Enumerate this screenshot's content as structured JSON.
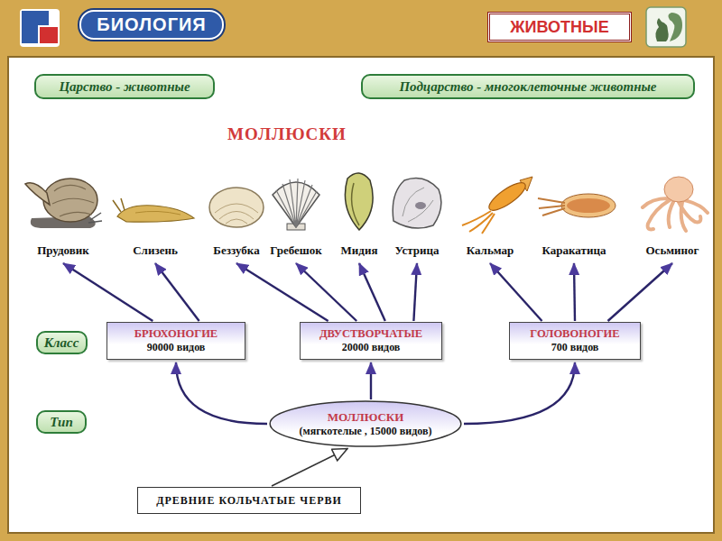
{
  "diagram": {
    "title": "МОЛЛЮСКИ",
    "nodes": [
      {
        "text": [
          "БИОЛОГИЯ"
        ]
      },
      {
        "text": [
          "ЖИВОТНЫЕ"
        ]
      },
      {
        "text": [
          "Царство - животные"
        ]
      },
      {
        "text": [
          "Подцарство - многоклеточные животные"
        ]
      },
      {
        "text": [
          "Прудовик"
        ]
      },
      {
        "text": [
          "Слизень"
        ]
      },
      {
        "text": [
          "Беззубка"
        ]
      },
      {
        "text": [
          "Гребешок"
        ]
      },
      {
        "text": [
          "Мидия"
        ]
      },
      {
        "text": [
          "Устрица"
        ]
      },
      {
        "text": [
          "Кальмар"
        ]
      },
      {
        "text": [
          "Каракатица"
        ]
      },
      {
        "text": [
          "Осьминог"
        ]
      },
      {
        "text": [
          "Класс"
        ]
      },
      {
        "text": [
          "БРЮХОНОГИЕ",
          "90000 видов"
        ]
      },
      {
        "text": [
          "ДВУСТВОРЧАТЫЕ",
          "20000 видов"
        ]
      },
      {
        "text": [
          "ГОЛОВОНОГИЕ",
          "700 видов"
        ]
      },
      {
        "text": [
          "Тип"
        ]
      },
      {
        "text": [
          "МОЛЛЮСКИ",
          "(мягкотелые , 15000 видов)"
        ]
      },
      {
        "text": [
          "ДРЕВНИЕ КОЛЬЧАТЫЕ ЧЕРВИ"
        ]
      }
    ],
    "edges": [
      {
        "from": 14,
        "to": 4,
        "arrow": "to"
      },
      {
        "from": 14,
        "to": 5,
        "arrow": "to"
      },
      {
        "from": 15,
        "to": 6,
        "arrow": "to"
      },
      {
        "from": 15,
        "to": 7,
        "arrow": "to"
      },
      {
        "from": 15,
        "to": 8,
        "arrow": "to"
      },
      {
        "from": 15,
        "to": 9,
        "arrow": "to"
      },
      {
        "from": 16,
        "to": 10,
        "arrow": "to"
      },
      {
        "from": 16,
        "to": 11,
        "arrow": "to"
      },
      {
        "from": 16,
        "to": 12,
        "arrow": "to"
      },
      {
        "from": 18,
        "to": 14,
        "arrow": "to"
      },
      {
        "from": 18,
        "to": 15,
        "arrow": "to"
      },
      {
        "from": 18,
        "to": 16,
        "arrow": "to"
      },
      {
        "from": 19,
        "to": 18,
        "arrow": "to"
      }
    ]
  }
}
